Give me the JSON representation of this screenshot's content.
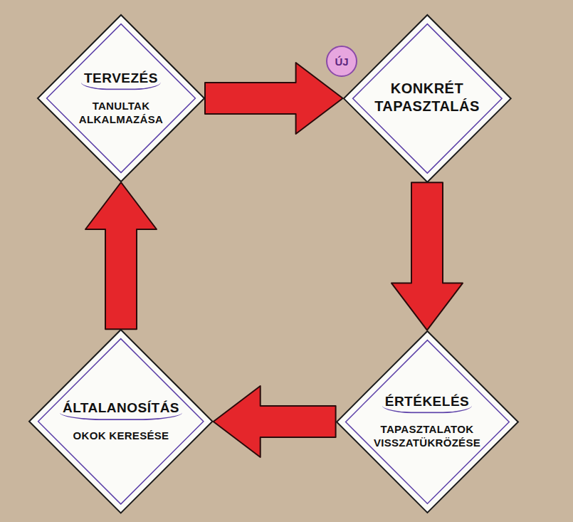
{
  "diagram": {
    "nodes": [
      {
        "text": [
          "TERVEZÉS",
          "TANULTAK ALKALMAZÁSA"
        ]
      },
      {
        "text": [
          "ÚJ"
        ]
      },
      {
        "text": [
          "KONKRÉT TAPASZTALÁS"
        ]
      },
      {
        "text": [
          "ÉRTÉKELÉS",
          "TAPASZTALATOK VISSZATÜKRÖZÉSE"
        ]
      },
      {
        "text": [
          "ÁLTALANOSÍTÁS",
          "OKOK KERESÉSE"
        ]
      }
    ],
    "edges": [
      {
        "from": 0,
        "to": 2,
        "arrow": "to"
      },
      {
        "from": 2,
        "to": 3,
        "arrow": "to"
      },
      {
        "from": 3,
        "to": 4,
        "arrow": "to"
      },
      {
        "from": 4,
        "to": 0,
        "arrow": "to"
      }
    ]
  }
}
